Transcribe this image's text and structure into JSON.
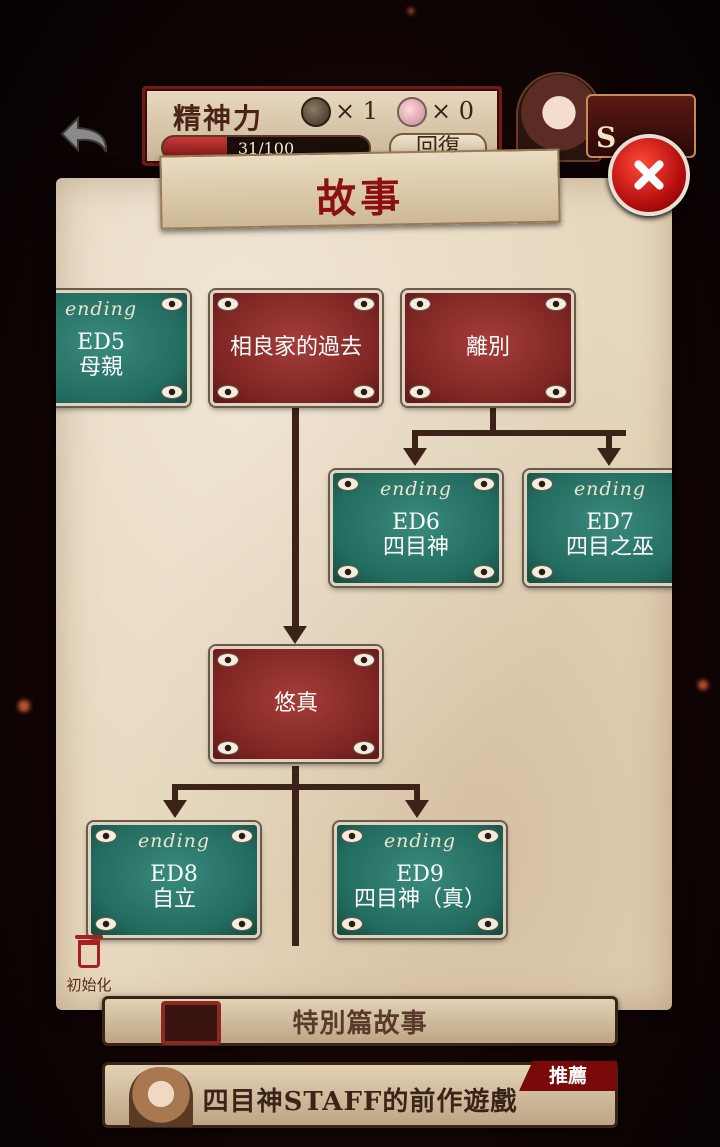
{
  "header": {
    "back_icon": "back-arrow-icon",
    "stat_title": "精神力",
    "item1_count": "× 1",
    "item2_count": "× 0",
    "mental_bar_text": "31/100",
    "mental_value": 31,
    "mental_max": 100,
    "recover_label": "回復",
    "shop_label": "S"
  },
  "panel": {
    "title": "故事"
  },
  "nodes": {
    "ed5": {
      "ending": "ending",
      "code": "ED5",
      "name": "母親"
    },
    "sagara": {
      "title": "相良家的過去"
    },
    "parting": {
      "title": "離別"
    },
    "ed6": {
      "ending": "ending",
      "code": "ED6",
      "name": "四目神"
    },
    "ed7": {
      "ending": "ending",
      "code": "ED7",
      "name": "四目之巫"
    },
    "yuma": {
      "title": "悠真"
    },
    "ed8": {
      "ending": "ending",
      "code": "ED8",
      "name": "自立"
    },
    "ed9": {
      "ending": "ending",
      "code": "ED9",
      "name": "四目神（真）"
    }
  },
  "reset": {
    "label": "初始化"
  },
  "buttons": {
    "special_label": "特別篇故事",
    "prev_game_label": "四目神STAFF的前作遊戲",
    "recommend_badge": "推薦"
  },
  "colors": {
    "red_node": "#7e2523",
    "teal_node": "#226b5f",
    "accent": "#8c1010"
  }
}
